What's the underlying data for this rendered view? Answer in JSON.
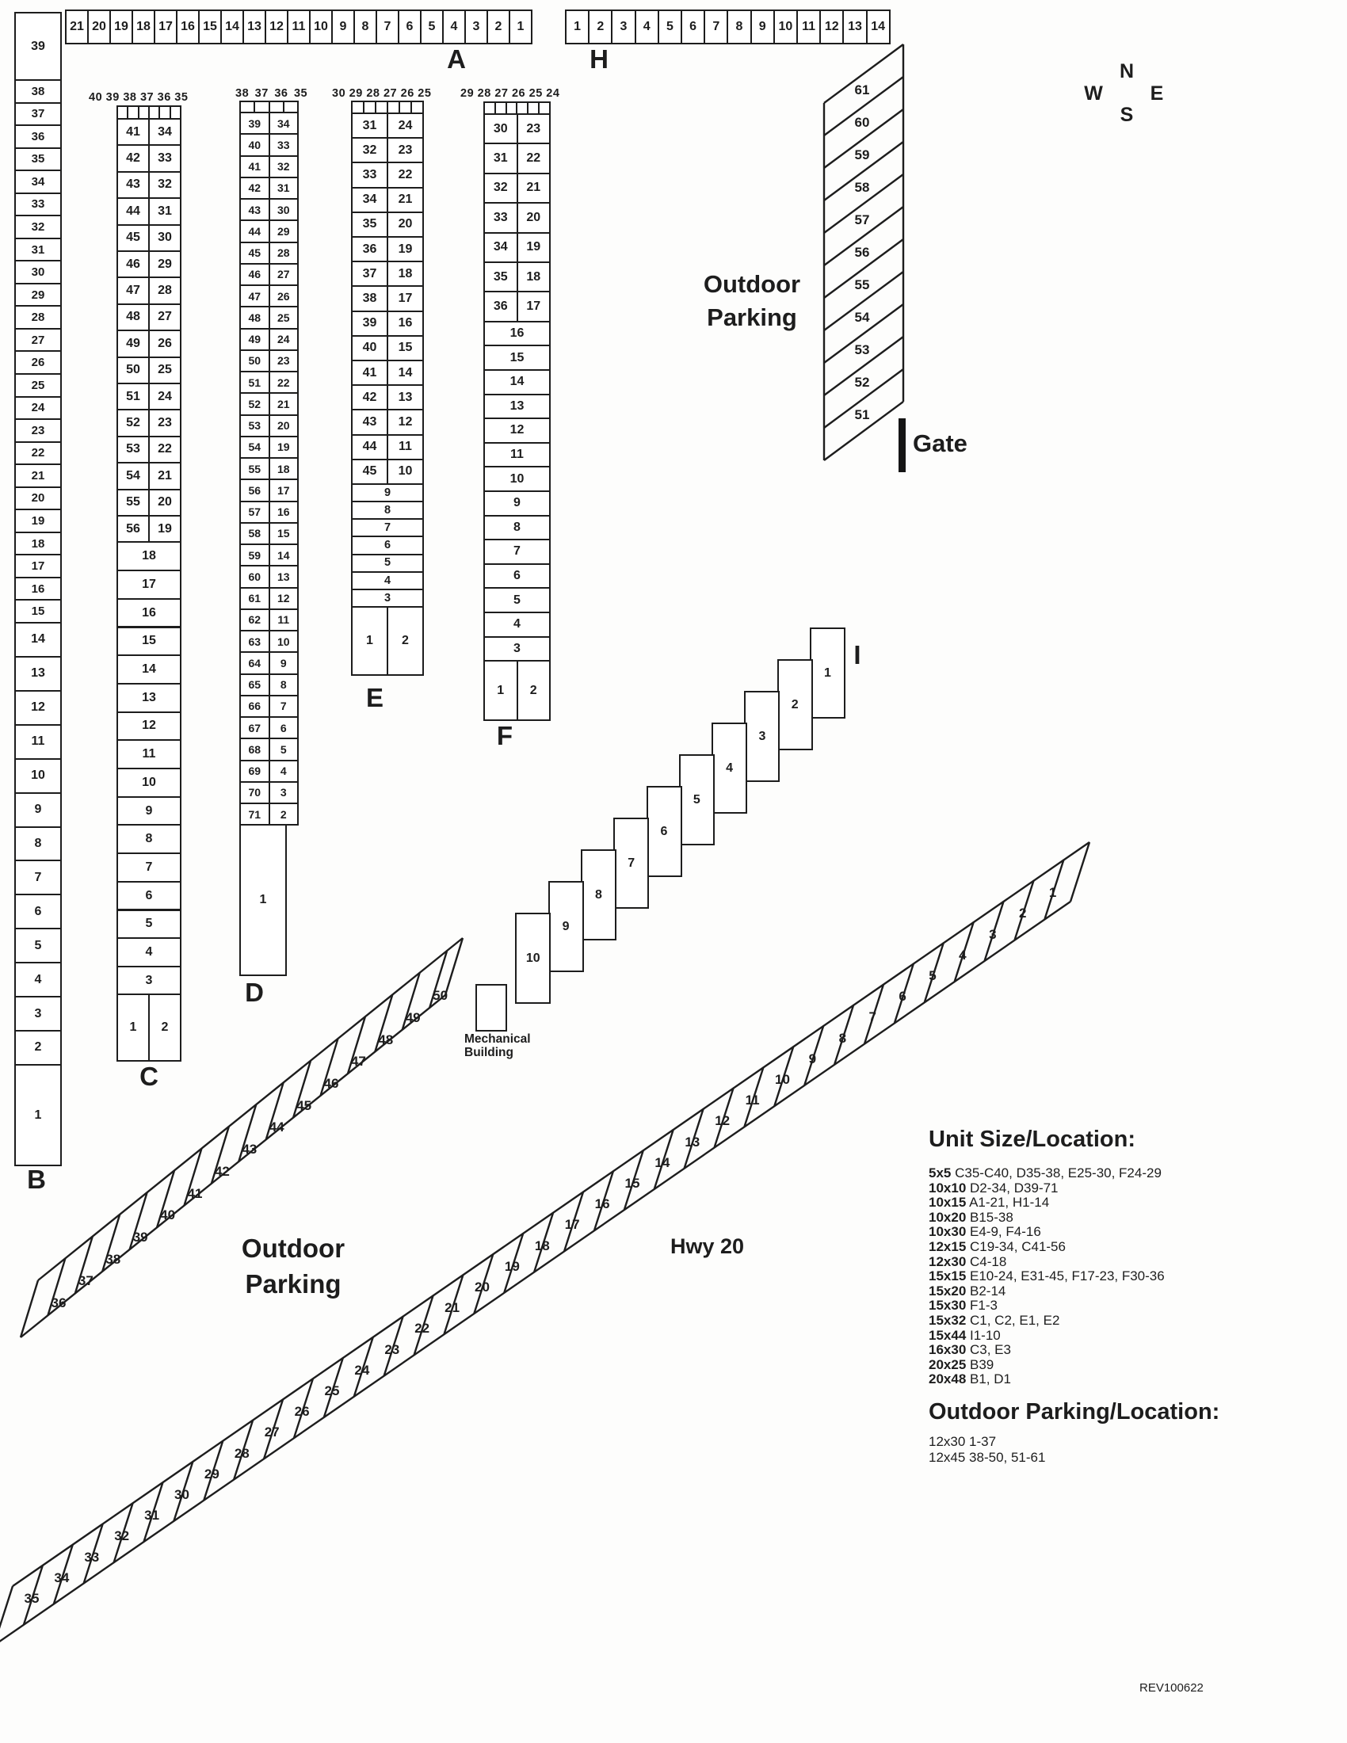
{
  "compass": {
    "n": "N",
    "e": "E",
    "s": "S",
    "w": "W"
  },
  "labels": {
    "outdoor_parking_ne": "Outdoor Parking",
    "outdoor_parking_sw": "Outdoor Parking",
    "gate": "Gate",
    "highway": "Hwy 20",
    "mechanical_building": "Mechanical Building",
    "revision": "REV100622"
  },
  "buildings": {
    "A": {
      "label": "A",
      "units": [
        "21",
        "20",
        "19",
        "18",
        "17",
        "16",
        "15",
        "14",
        "13",
        "12",
        "11",
        "10",
        "9",
        "8",
        "7",
        "6",
        "5",
        "4",
        "3",
        "2",
        "1"
      ]
    },
    "H": {
      "label": "H",
      "units": [
        "1",
        "2",
        "3",
        "4",
        "5",
        "6",
        "7",
        "8",
        "9",
        "10",
        "11",
        "12",
        "13",
        "14"
      ]
    },
    "B": {
      "label": "B",
      "top_unit": "39",
      "upper_units": [
        "38",
        "37",
        "36",
        "35",
        "34",
        "33",
        "32",
        "31",
        "30",
        "29",
        "28",
        "27",
        "26",
        "25",
        "24",
        "23",
        "22",
        "21",
        "20",
        "19",
        "18",
        "17",
        "16",
        "15"
      ],
      "lower_units": [
        "14",
        "13",
        "12",
        "11",
        "10",
        "9",
        "8",
        "7",
        "6",
        "5",
        "4",
        "3",
        "2"
      ],
      "bottom_unit": "1"
    },
    "C": {
      "label": "C",
      "header": "40 39 38 37 36 35",
      "left_units": [
        "41",
        "42",
        "43",
        "44",
        "45",
        "46",
        "47",
        "48",
        "49",
        "50",
        "51",
        "52",
        "53",
        "54",
        "55",
        "56"
      ],
      "right_units": [
        "34",
        "33",
        "32",
        "31",
        "30",
        "29",
        "28",
        "27",
        "26",
        "25",
        "24",
        "23",
        "22",
        "21",
        "20",
        "19"
      ],
      "full_units": [
        "18",
        "17",
        "16",
        "15",
        "14",
        "13",
        "12",
        "11",
        "10",
        "9",
        "8",
        "7",
        "6",
        "5",
        "4",
        "3"
      ],
      "bottom_units": [
        "1",
        "2"
      ]
    },
    "D": {
      "label": "D",
      "header": "38 37 36 35",
      "left_units": [
        "39",
        "40",
        "41",
        "42",
        "43",
        "44",
        "45",
        "46",
        "47",
        "48",
        "49",
        "50",
        "51",
        "52",
        "53",
        "54",
        "55",
        "56",
        "57",
        "58",
        "59",
        "60",
        "61",
        "62",
        "63",
        "64",
        "65",
        "66",
        "67",
        "68",
        "69",
        "70",
        "71"
      ],
      "right_units": [
        "34",
        "33",
        "32",
        "31",
        "30",
        "29",
        "28",
        "27",
        "26",
        "25",
        "24",
        "23",
        "22",
        "21",
        "20",
        "19",
        "18",
        "17",
        "16",
        "15",
        "14",
        "13",
        "12",
        "11",
        "10",
        "9",
        "8",
        "7",
        "6",
        "5",
        "4",
        "3",
        "2"
      ],
      "bottom_unit": "1"
    },
    "E": {
      "label": "E",
      "header": "30 29 28 27 26 25",
      "left_units": [
        "31",
        "32",
        "33",
        "34",
        "35",
        "36",
        "37",
        "38",
        "39",
        "40",
        "41",
        "42",
        "43",
        "44",
        "45"
      ],
      "right_units": [
        "24",
        "23",
        "22",
        "21",
        "20",
        "19",
        "18",
        "17",
        "16",
        "15",
        "14",
        "13",
        "12",
        "11",
        "10"
      ],
      "full_units": [
        "9",
        "8",
        "7",
        "6",
        "5",
        "4",
        "3"
      ],
      "bottom_units": [
        "1",
        "2"
      ]
    },
    "F": {
      "label": "F",
      "header": "29 28 27 26 25 24",
      "left_units": [
        "30",
        "31",
        "32",
        "33",
        "34",
        "35",
        "36"
      ],
      "right_units": [
        "23",
        "22",
        "21",
        "20",
        "19",
        "18",
        "17"
      ],
      "full_units": [
        "16",
        "15",
        "14",
        "13",
        "12",
        "11",
        "10",
        "9",
        "8",
        "7",
        "6",
        "5",
        "4",
        "3"
      ],
      "bottom_units": [
        "1",
        "2"
      ]
    },
    "I": {
      "label": "I",
      "units": [
        "1",
        "2",
        "3",
        "4",
        "5",
        "6",
        "7",
        "8",
        "9",
        "10"
      ]
    }
  },
  "outdoor_parking": {
    "east_row": [
      "61",
      "60",
      "59",
      "58",
      "57",
      "56",
      "55",
      "54",
      "53",
      "52",
      "51"
    ],
    "west_row": [
      "36",
      "37",
      "38",
      "39",
      "40",
      "41",
      "42",
      "43",
      "44",
      "45",
      "46",
      "47",
      "48",
      "49",
      "50"
    ],
    "south_row": [
      "35",
      "34",
      "33",
      "32",
      "31",
      "30",
      "29",
      "28",
      "27",
      "26",
      "25",
      "24",
      "23",
      "22",
      "21",
      "20",
      "19",
      "18",
      "17",
      "16",
      "15",
      "14",
      "13",
      "12",
      "11",
      "10",
      "9",
      "8",
      "7",
      "6",
      "5",
      "4",
      "3",
      "2",
      "1"
    ]
  },
  "legend": {
    "title": "Unit Size/Location:",
    "rows": [
      {
        "size": "5x5",
        "location": "C35-C40, D35-38, E25-30, F24-29"
      },
      {
        "size": "10x10",
        "location": "D2-34, D39-71"
      },
      {
        "size": "10x15",
        "location": "A1-21, H1-14"
      },
      {
        "size": "10x20",
        "location": "B15-38"
      },
      {
        "size": "10x30",
        "location": "E4-9, F4-16"
      },
      {
        "size": "12x15",
        "location": "C19-34, C41-56"
      },
      {
        "size": "12x30",
        "location": "C4-18"
      },
      {
        "size": "15x15",
        "location": "E10-24, E31-45, F17-23, F30-36"
      },
      {
        "size": "15x20",
        "location": "B2-14"
      },
      {
        "size": "15x30",
        "location": "F1-3"
      },
      {
        "size": "15x32",
        "location": "C1, C2, E1, E2"
      },
      {
        "size": "15x44",
        "location": "I1-10"
      },
      {
        "size": "16x30",
        "location": "C3, E3"
      },
      {
        "size": "20x25",
        "location": "B39"
      },
      {
        "size": "20x48",
        "location": "B1, D1"
      }
    ],
    "parking_title": "Outdoor Parking/Location:",
    "parking_rows": [
      {
        "size": "12x30",
        "location": "1-37"
      },
      {
        "size": "12x45",
        "location": "38-50, 51-61"
      }
    ]
  }
}
